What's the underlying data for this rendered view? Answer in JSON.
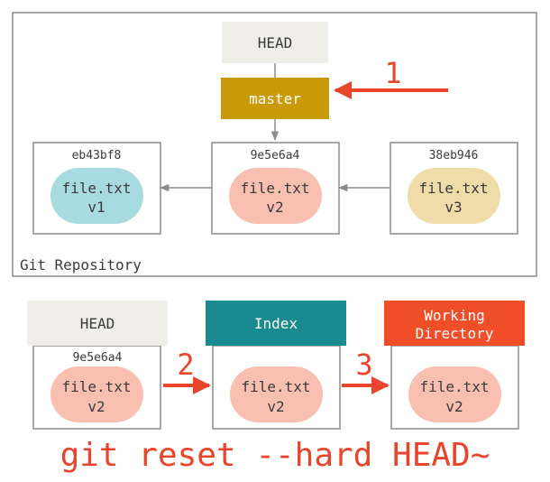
{
  "repository": {
    "label": "Git Repository",
    "head_label": "HEAD",
    "branch_label": "master",
    "step_number": "1",
    "commits": [
      {
        "hash": "eb43bf8",
        "file_name": "file.txt",
        "version": "v1"
      },
      {
        "hash": "9e5e6a4",
        "file_name": "file.txt",
        "version": "v2"
      },
      {
        "hash": "38eb946",
        "file_name": "file.txt",
        "version": "v3"
      }
    ]
  },
  "trees": [
    {
      "title": "HEAD",
      "hash": "9e5e6a4",
      "file_name": "file.txt",
      "version": "v2"
    },
    {
      "title_line1": "Index",
      "file_name": "file.txt",
      "version": "v2"
    },
    {
      "title_line1": "Working",
      "title_line2": "Directory",
      "file_name": "file.txt",
      "version": "v2"
    }
  ],
  "steps": [
    "2",
    "3"
  ],
  "command": "git reset --hard HEAD~",
  "colors": {
    "frame": "#8c8c8c",
    "head_box": "#efeee8",
    "branch": "#c99a0a",
    "arrow_gray": "#8c8c8c",
    "arrow_red": "#e8452c",
    "blob_v1": "#a8dbdf",
    "blob_v2": "#f9c0b2",
    "blob_v3": "#efdca8",
    "index_header": "#1a8a91",
    "workdir_header": "#f04e28",
    "command_text": "#e8452c",
    "text_dark": "#3a3a3a"
  }
}
